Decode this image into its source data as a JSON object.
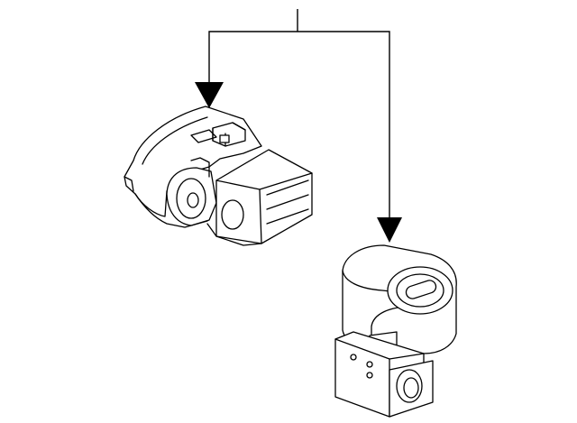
{
  "diagram": {
    "type": "parts-diagram",
    "background": "#ffffff",
    "line_color": "#000000",
    "callout_label": "",
    "parts": [
      {
        "name": "upper-sensor-assembly"
      },
      {
        "name": "lower-sensor-assembly"
      }
    ]
  }
}
